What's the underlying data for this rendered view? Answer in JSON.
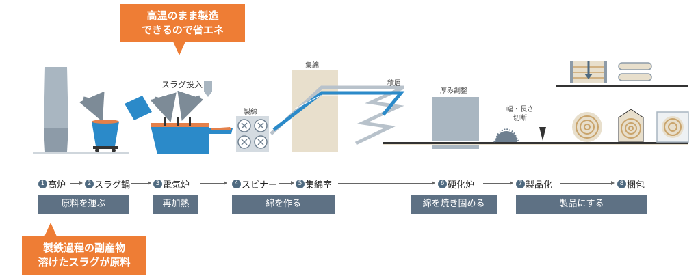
{
  "callouts": {
    "top_line1": "高温のまま製造",
    "top_line2": "できるので省エネ",
    "bottom_line1": "製鉄過程の副産物",
    "bottom_line2": "溶けたスラグが原料"
  },
  "labels": {
    "slag_input": "スラグ投入",
    "spinner": "製綿",
    "collection": "集綿",
    "layering": "積層",
    "thickness": "厚み調整",
    "cutting_line1": "幅・長さ",
    "cutting_line2": "切断"
  },
  "steps": [
    {
      "num": "1",
      "label": "高炉"
    },
    {
      "num": "2",
      "label": "スラグ鍋"
    },
    {
      "num": "3",
      "label": "電気炉"
    },
    {
      "num": "4",
      "label": "スピナー"
    },
    {
      "num": "5",
      "label": "集綿室"
    },
    {
      "num": "6",
      "label": "硬化炉"
    },
    {
      "num": "7",
      "label": "製品化"
    },
    {
      "num": "8",
      "label": "梱包"
    }
  ],
  "stages": [
    {
      "label": "原料を運ぶ"
    },
    {
      "label": "再加熱"
    },
    {
      "label": "綿を作る"
    },
    {
      "label": "綿を焼き固める"
    },
    {
      "label": "製品にする"
    }
  ],
  "colors": {
    "accent_orange": "#ee7d35",
    "furnace_blue": "#2b8ac9",
    "stage_slate": "#5e7184",
    "equipment_grey": "#a9b6c1",
    "wool_beige": "#e8dfcc"
  }
}
